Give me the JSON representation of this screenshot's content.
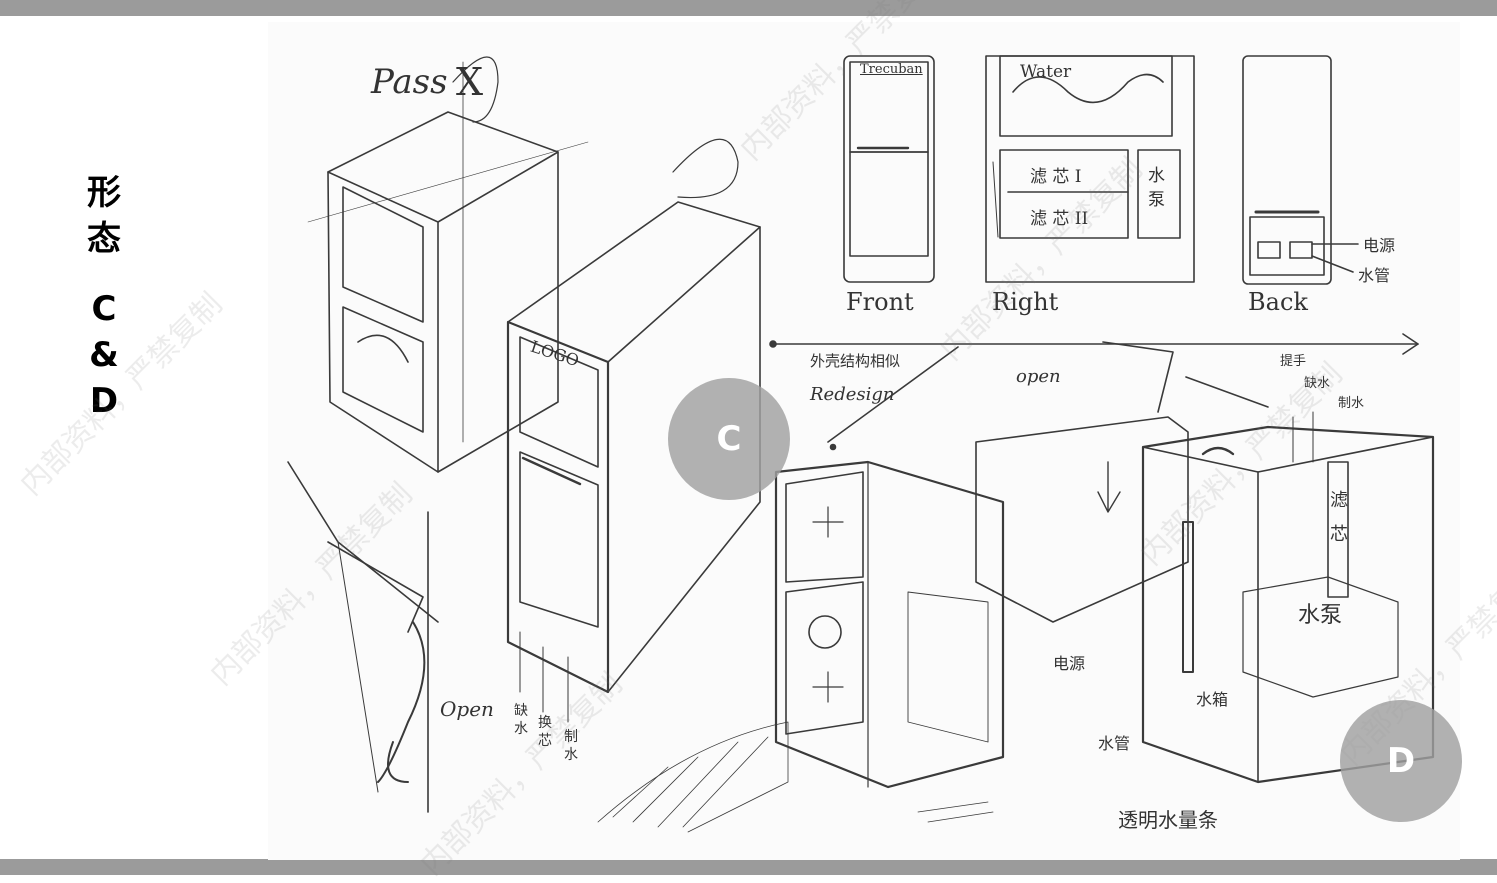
{
  "side_title": {
    "line1": "形",
    "line2": "态",
    "line3": "C",
    "line4": "&",
    "line5": "D"
  },
  "badges": {
    "c": "C",
    "d": "D"
  },
  "sketch_labels": {
    "pass": "Pass",
    "x_mark": "X",
    "logo": "LOGO",
    "brand": "Trecuban",
    "water": "Water",
    "filter1": "滤 芯 I",
    "filter2": "滤 芯 II",
    "pump": "水泵",
    "front": "Front",
    "right": "Right",
    "back": "Back",
    "power": "电源",
    "pipe": "水管",
    "redesign_cn": "外壳结构相似",
    "redesign": "Redesign",
    "open_top": "open",
    "open_left": "Open",
    "handle": "提手",
    "raw_water": "缺水",
    "make_water": "制水",
    "left_col1": "缺水",
    "left_col2": "换芯",
    "left_col3": "制水",
    "filter_d": "滤芯",
    "pump_d": "水泵",
    "tank": "水箱",
    "power2": "电源",
    "pipe2": "水管",
    "gauge": "透明水量条"
  },
  "watermark": "内部资料，严禁复制"
}
